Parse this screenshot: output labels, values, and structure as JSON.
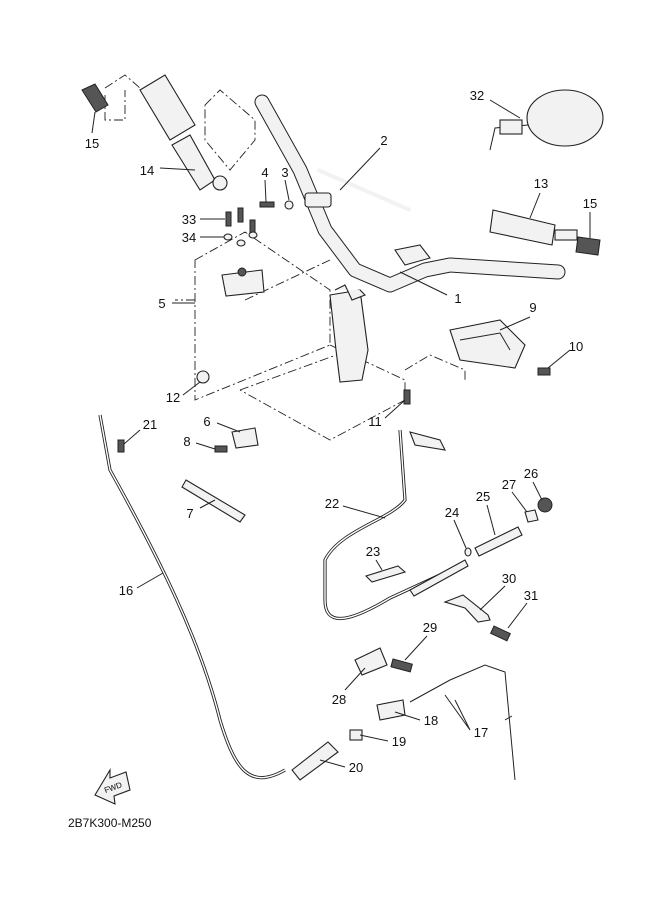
{
  "diagram_code": "2B7K300-M250",
  "fwd_label": "FWD",
  "callouts": {
    "c1": "1",
    "c2": "2",
    "c3": "3",
    "c4": "4",
    "c5": "5",
    "c6": "6",
    "c7": "7",
    "c8": "8",
    "c9": "9",
    "c10": "10",
    "c11": "11",
    "c12": "12",
    "c13": "13",
    "c14": "14",
    "c15a": "15",
    "c15b": "15",
    "c16": "16",
    "c17": "17",
    "c18": "18",
    "c19": "19",
    "c20": "20",
    "c21": "21",
    "c22": "22",
    "c23": "23",
    "c24": "24",
    "c25": "25",
    "c26": "26",
    "c27": "27",
    "c28": "28",
    "c29": "29",
    "c30": "30",
    "c31": "31",
    "c32": "32",
    "c33": "33",
    "c34": "34"
  }
}
